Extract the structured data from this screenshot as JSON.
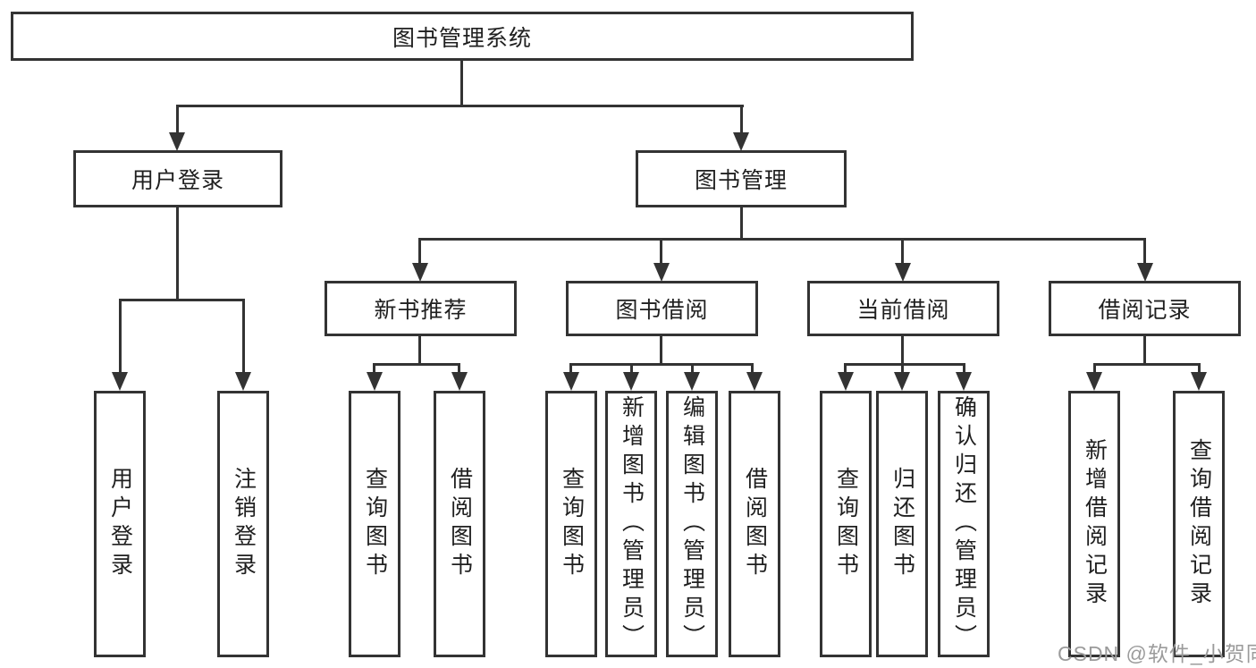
{
  "diagram": {
    "tree": {
      "label": "图书管理系统",
      "children": [
        {
          "label": "用户登录",
          "children": [
            {
              "label": "用户登录"
            },
            {
              "label": "注销登录"
            }
          ]
        },
        {
          "label": "图书管理",
          "children": [
            {
              "label": "新书推荐",
              "children": [
                {
                  "label": "查询图书"
                },
                {
                  "label": "借阅图书"
                }
              ]
            },
            {
              "label": "图书借阅",
              "children": [
                {
                  "label": "查询图书"
                },
                {
                  "label": "新增图书（管理员）"
                },
                {
                  "label": "编辑图书（管理员）"
                },
                {
                  "label": "借阅图书"
                }
              ]
            },
            {
              "label": "当前借阅",
              "children": [
                {
                  "label": "查询图书"
                },
                {
                  "label": "归还图书"
                },
                {
                  "label": "确认归还（管理员）"
                }
              ]
            },
            {
              "label": "借阅记录",
              "children": [
                {
                  "label": "新增借阅记录"
                },
                {
                  "label": "查询借阅记录"
                }
              ]
            }
          ]
        }
      ]
    }
  },
  "watermark": {
    "text": "CSDN @软件_小贺同学"
  },
  "colors": {
    "line": "#333333",
    "text": "#1f1f1f",
    "watermark": "#9b9b9b",
    "background": "#ffffff"
  }
}
